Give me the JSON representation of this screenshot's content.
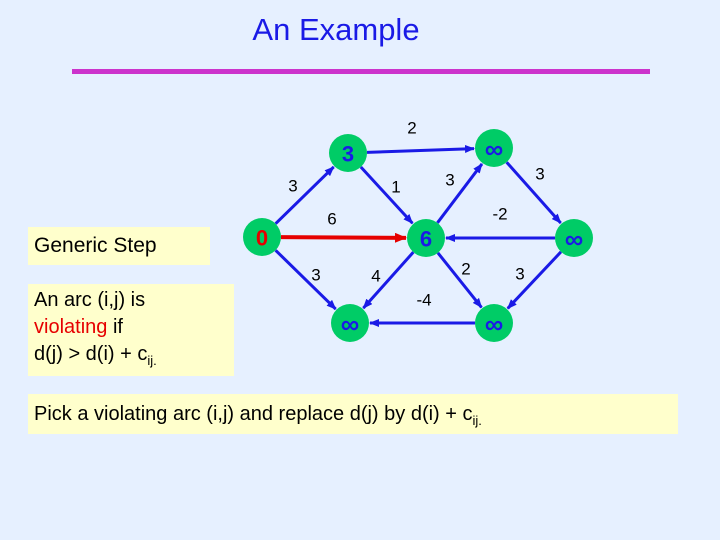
{
  "title": "An Example",
  "generic_step": "Generic Step",
  "arc_definition": {
    "line1": "An arc (i,j) is",
    "violating": "violating",
    "if": " if",
    "line3_prefix": "d(j) > d(i) + c",
    "line3_sub": "ij."
  },
  "instruction": {
    "text": "Pick a violating arc (i,j) and replace d(j) by d(i) + c",
    "sub": "ij."
  },
  "colors": {
    "node_fill": "#00cc66",
    "node_text": "#1a1ae6",
    "source_node_text": "#e60000",
    "arc": "#1a1ae6",
    "violating_arc": "#e60000",
    "title_rule": "#cc33cc"
  },
  "graph": {
    "nodes": [
      {
        "id": "n0",
        "label": "0"
      },
      {
        "id": "n1",
        "label": "3"
      },
      {
        "id": "n2",
        "label": "∞"
      },
      {
        "id": "n3",
        "label": "6"
      },
      {
        "id": "n4",
        "label": "∞"
      },
      {
        "id": "n5",
        "label": "∞"
      },
      {
        "id": "n6",
        "label": "∞"
      }
    ],
    "edges": [
      {
        "from": "n0",
        "to": "n1",
        "label": "3"
      },
      {
        "from": "n1",
        "to": "n2",
        "label": "2"
      },
      {
        "from": "n1",
        "to": "n3",
        "label": "1"
      },
      {
        "from": "n0",
        "to": "n3",
        "label": "6",
        "violating": true
      },
      {
        "from": "n0",
        "to": "n5",
        "label": "3"
      },
      {
        "from": "n3",
        "to": "n2",
        "label": "3"
      },
      {
        "from": "n2",
        "to": "n4",
        "label": "3"
      },
      {
        "from": "n4",
        "to": "n3",
        "label": "-2"
      },
      {
        "from": "n3",
        "to": "n5",
        "label": "4"
      },
      {
        "from": "n6",
        "to": "n5",
        "label": "-4"
      },
      {
        "from": "n3",
        "to": "n6",
        "label": "2"
      },
      {
        "from": "n4",
        "to": "n6",
        "label": "3"
      }
    ]
  }
}
